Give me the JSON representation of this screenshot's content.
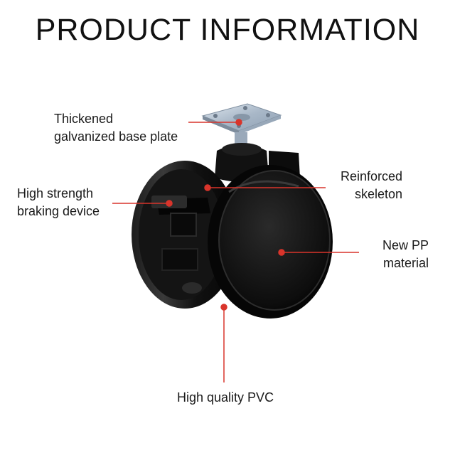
{
  "title": "PRODUCT INFORMATION",
  "labels": {
    "base_plate": {
      "line1": "Thickened",
      "line2": "galvanized base plate"
    },
    "braking": {
      "line1": "High strength",
      "line2": "braking device"
    },
    "skeleton": {
      "line1": "Reinforced",
      "line2": "skeleton"
    },
    "pp_material": {
      "line1": "New PP",
      "line2": "material"
    },
    "pvc": {
      "line1": "High quality PVC"
    }
  },
  "colors": {
    "leader_line": "#d9342b",
    "wheel": "#0e0e0e",
    "plate": "#b9c7d6"
  }
}
